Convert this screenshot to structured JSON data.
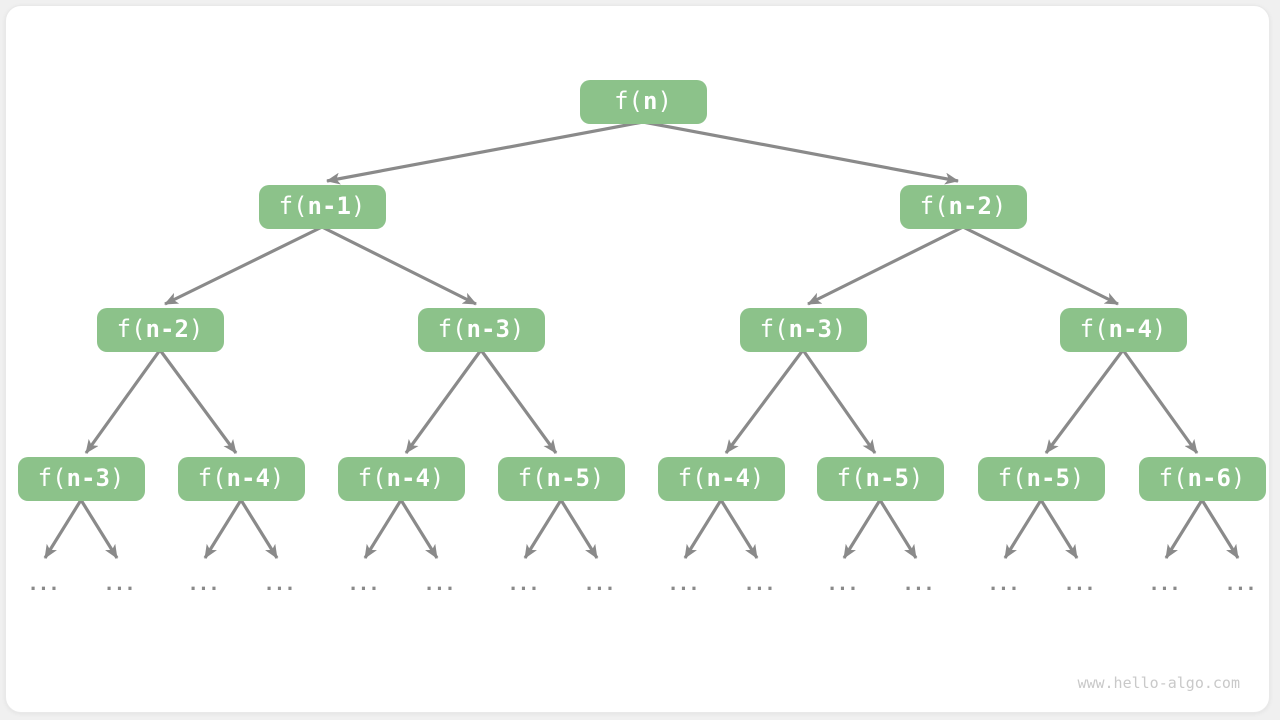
{
  "diagram": {
    "levels": [
      {
        "nodes": [
          {
            "pre": "f(",
            "arg": "n",
            "post": ")"
          }
        ]
      },
      {
        "nodes": [
          {
            "pre": "f(",
            "arg": "n-1",
            "post": ")"
          },
          {
            "pre": "f(",
            "arg": "n-2",
            "post": ")"
          }
        ]
      },
      {
        "nodes": [
          {
            "pre": "f(",
            "arg": "n-2",
            "post": ")"
          },
          {
            "pre": "f(",
            "arg": "n-3",
            "post": ")"
          },
          {
            "pre": "f(",
            "arg": "n-3",
            "post": ")"
          },
          {
            "pre": "f(",
            "arg": "n-4",
            "post": ")"
          }
        ]
      },
      {
        "nodes": [
          {
            "pre": "f(",
            "arg": "n-3",
            "post": ")"
          },
          {
            "pre": "f(",
            "arg": "n-4",
            "post": ")"
          },
          {
            "pre": "f(",
            "arg": "n-4",
            "post": ")"
          },
          {
            "pre": "f(",
            "arg": "n-5",
            "post": ")"
          },
          {
            "pre": "f(",
            "arg": "n-4",
            "post": ")"
          },
          {
            "pre": "f(",
            "arg": "n-5",
            "post": ")"
          },
          {
            "pre": "f(",
            "arg": "n-5",
            "post": ")"
          },
          {
            "pre": "f(",
            "arg": "n-6",
            "post": ")"
          }
        ]
      }
    ],
    "ellipses": [
      "...",
      "...",
      "...",
      "...",
      "...",
      "...",
      "...",
      "...",
      "...",
      "...",
      "...",
      "...",
      "...",
      "...",
      "...",
      "..."
    ]
  },
  "watermark": {
    "text": "www.hello-algo.com"
  },
  "colors": {
    "node_fill": "#8CC28A",
    "node_text": "#FFFFFF",
    "arrow": "#8A8A8A",
    "ellipsis_text": "#8A8A8A",
    "watermark_text": "#C9C9C9",
    "card_background": "#FFFFFF",
    "page_background": "#F0F0F0"
  }
}
